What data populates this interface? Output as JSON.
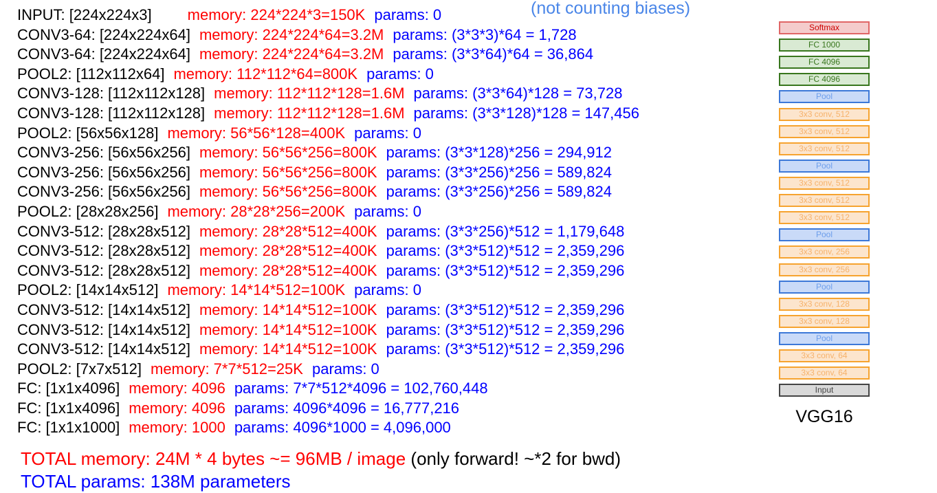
{
  "note": "(not counting biases)",
  "layers": [
    {
      "label": "INPUT: [224x224x3]",
      "memory": "memory:  224*224*3=150K",
      "params": "params: 0"
    },
    {
      "label": "CONV3-64: [224x224x64]",
      "memory": "memory:  224*224*64=3.2M",
      "params": "params: (3*3*3)*64 = 1,728"
    },
    {
      "label": "CONV3-64: [224x224x64]",
      "memory": "memory:  224*224*64=3.2M",
      "params": "params: (3*3*64)*64 = 36,864"
    },
    {
      "label": "POOL2: [112x112x64]",
      "memory": "memory:  112*112*64=800K",
      "params": "params: 0"
    },
    {
      "label": "CONV3-128: [112x112x128]",
      "memory": "memory:  112*112*128=1.6M",
      "params": "params: (3*3*64)*128 = 73,728"
    },
    {
      "label": "CONV3-128: [112x112x128]",
      "memory": "memory:  112*112*128=1.6M",
      "params": "params: (3*3*128)*128 = 147,456"
    },
    {
      "label": "POOL2: [56x56x128]",
      "memory": "memory:  56*56*128=400K",
      "params": "params: 0"
    },
    {
      "label": "CONV3-256: [56x56x256]",
      "memory": "memory:  56*56*256=800K",
      "params": "params: (3*3*128)*256 = 294,912"
    },
    {
      "label": "CONV3-256: [56x56x256]",
      "memory": "memory:  56*56*256=800K",
      "params": "params: (3*3*256)*256 = 589,824"
    },
    {
      "label": "CONV3-256: [56x56x256]",
      "memory": "memory:  56*56*256=800K",
      "params": "params: (3*3*256)*256 = 589,824"
    },
    {
      "label": "POOL2: [28x28x256]",
      "memory": "memory:  28*28*256=200K",
      "params": "params: 0"
    },
    {
      "label": "CONV3-512: [28x28x512]",
      "memory": "memory:  28*28*512=400K",
      "params": "params: (3*3*256)*512 = 1,179,648"
    },
    {
      "label": "CONV3-512: [28x28x512]",
      "memory": "memory:  28*28*512=400K",
      "params": "params: (3*3*512)*512 = 2,359,296"
    },
    {
      "label": "CONV3-512: [28x28x512]",
      "memory": "memory:  28*28*512=400K",
      "params": "params: (3*3*512)*512 = 2,359,296"
    },
    {
      "label": "POOL2: [14x14x512]",
      "memory": "memory:  14*14*512=100K",
      "params": "params: 0"
    },
    {
      "label": "CONV3-512: [14x14x512]",
      "memory": "memory:  14*14*512=100K",
      "params": "params: (3*3*512)*512 = 2,359,296"
    },
    {
      "label": "CONV3-512: [14x14x512]",
      "memory": "memory:  14*14*512=100K",
      "params": "params: (3*3*512)*512 = 2,359,296"
    },
    {
      "label": "CONV3-512: [14x14x512]",
      "memory": "memory:  14*14*512=100K",
      "params": "params: (3*3*512)*512 = 2,359,296"
    },
    {
      "label": "POOL2: [7x7x512]",
      "memory": "memory:  7*7*512=25K",
      "params": "params: 0"
    },
    {
      "label": "FC: [1x1x4096]",
      "memory": "memory:  4096",
      "params": "params: 7*7*512*4096 = 102,760,448"
    },
    {
      "label": "FC: [1x1x4096]",
      "memory": "memory:  4096",
      "params": "params: 4096*4096 = 16,777,216"
    },
    {
      "label": "FC: [1x1x1000]",
      "memory": "memory:  1000",
      "params": "params: 4096*1000 = 4,096,000"
    }
  ],
  "totals": {
    "memory": "TOTAL memory: 24M * 4 bytes ~= 96MB / image",
    "memory_note": "(only forward! ~*2 for bwd)",
    "params": "TOTAL params: 138M parameters"
  },
  "architecture": {
    "title": "VGG16",
    "blocks": [
      {
        "label": "Softmax",
        "kind": "softmax"
      },
      {
        "label": "FC 1000",
        "kind": "fc"
      },
      {
        "label": "FC 4096",
        "kind": "fc"
      },
      {
        "label": "FC 4096",
        "kind": "fc"
      },
      {
        "label": "Pool",
        "kind": "pool"
      },
      {
        "label": "3x3 conv, 512",
        "kind": "conv"
      },
      {
        "label": "3x3 conv, 512",
        "kind": "conv"
      },
      {
        "label": "3x3 conv, 512",
        "kind": "conv"
      },
      {
        "label": "Pool",
        "kind": "pool"
      },
      {
        "label": "3x3 conv, 512",
        "kind": "conv"
      },
      {
        "label": "3x3 conv, 512",
        "kind": "conv"
      },
      {
        "label": "3x3 conv, 512",
        "kind": "conv"
      },
      {
        "label": "Pool",
        "kind": "pool"
      },
      {
        "label": "3x3 conv, 256",
        "kind": "conv"
      },
      {
        "label": "3x3 conv, 256",
        "kind": "conv"
      },
      {
        "label": "Pool",
        "kind": "pool"
      },
      {
        "label": "3x3 conv, 128",
        "kind": "conv"
      },
      {
        "label": "3x3 conv, 128",
        "kind": "conv"
      },
      {
        "label": "Pool",
        "kind": "pool"
      },
      {
        "label": "3x3 conv, 64",
        "kind": "conv"
      },
      {
        "label": "3x3 conv, 64",
        "kind": "conv"
      },
      {
        "label": "Input",
        "kind": "input"
      }
    ]
  }
}
